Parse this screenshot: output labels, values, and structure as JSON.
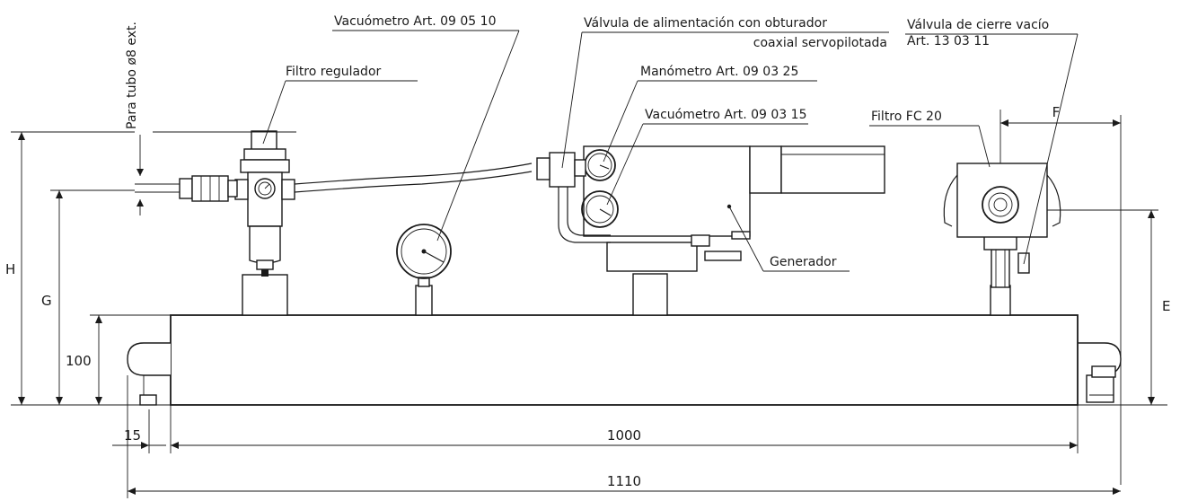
{
  "labels": {
    "tube": "Para tubo ø8 ext.",
    "filter_regulator": "Filtro regulador",
    "vacuometer_1": "Vacuómetro Art. 09 05 10",
    "supply_valve_line1": "Válvula de alimentación con obturador",
    "supply_valve_line2": "coaxial servopilotada",
    "manometer": "Manómetro Art. 09 03 25",
    "vacuometer_2": "Vacuómetro Art. 09 03 15",
    "shutoff_valve_line1": "Válvula de cierre vacío",
    "shutoff_valve_line2": "Art. 13 03 11",
    "filter_fc": "Filtro FC 20",
    "generator": "Generador"
  },
  "dimensions": {
    "H": "H",
    "G": "G",
    "E": "E",
    "F": "F",
    "d100": "100",
    "d15": "15",
    "d1000": "1000",
    "d1110": "1110"
  }
}
